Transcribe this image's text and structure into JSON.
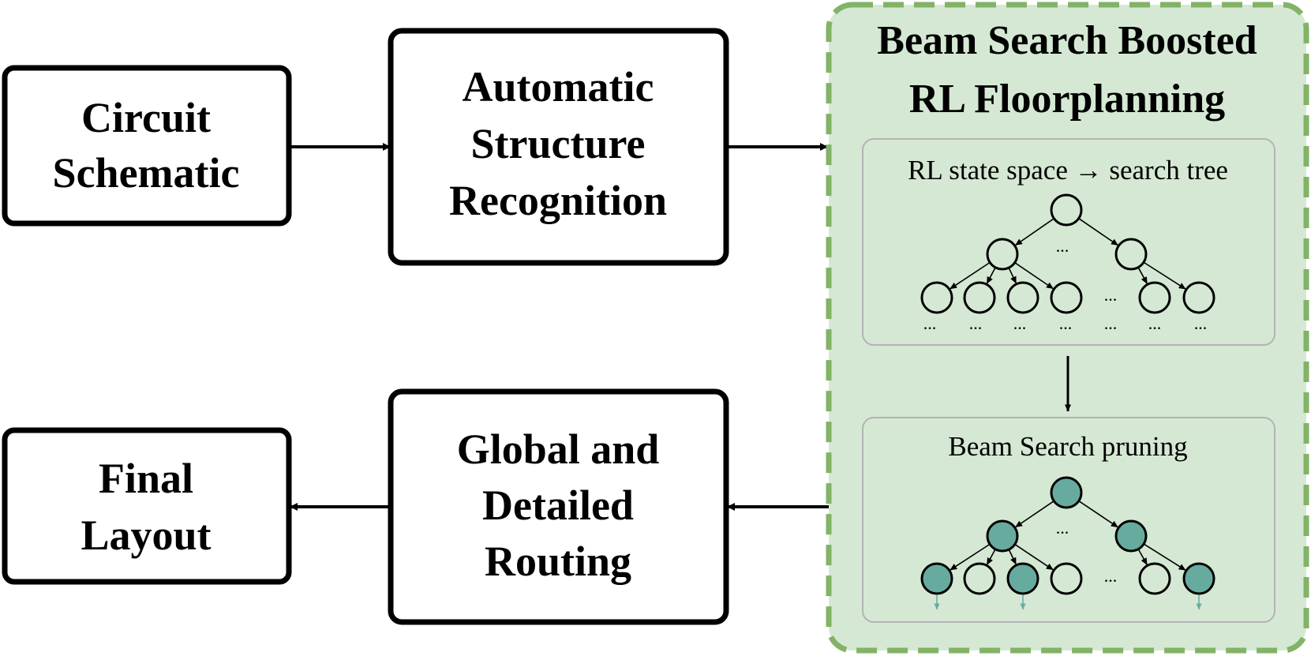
{
  "colors": {
    "panel_fill": "#d5e8d4",
    "panel_border": "#82b366",
    "subpanel_border": "#b3b3b3",
    "node_selected": "#67ab9f",
    "node_plain": "#d5e8d4",
    "stroke": "#000000"
  },
  "boxes": {
    "circuit_schematic": [
      "Circuit",
      "Schematic"
    ],
    "structure_recognition": [
      "Automatic",
      "Structure",
      "Recognition"
    ],
    "routing": [
      "Global and",
      "Detailed",
      "Routing"
    ],
    "final_layout": [
      "Final",
      "Layout"
    ]
  },
  "panel": {
    "title_lines": [
      "Beam Search Boosted",
      "RL Floorplanning"
    ],
    "search_tree_label": "RL state space → search tree",
    "beam_search_label": "Beam Search pruning",
    "ellipsis": "..."
  },
  "beam_tree": {
    "selected_nodes": [
      "root",
      "left-child",
      "right-child",
      "leaf-1",
      "leaf-3",
      "leaf-6"
    ],
    "expanded_leaves": [
      "leaf-1",
      "leaf-3",
      "leaf-6"
    ]
  }
}
